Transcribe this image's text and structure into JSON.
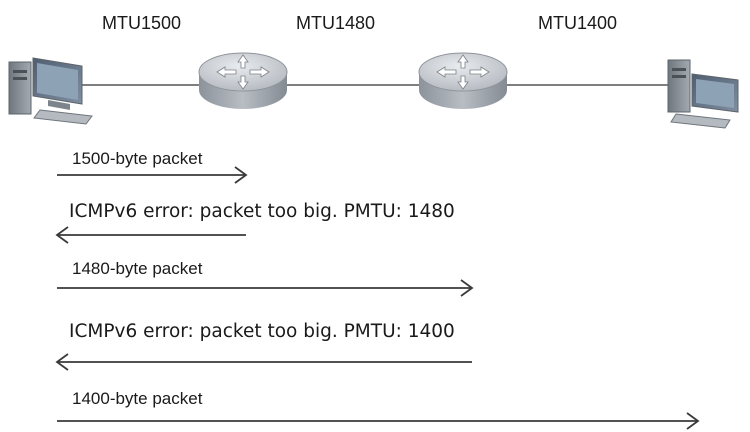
{
  "links": {
    "mtu_1": "MTU1500",
    "mtu_2": "MTU1480",
    "mtu_3": "MTU1400"
  },
  "icons": {
    "host_left": "desktop-computer-icon",
    "router_1": "router-icon",
    "router_2": "router-icon",
    "host_right": "desktop-computer-icon"
  },
  "messages": [
    {
      "text": "1500-byte packet",
      "direction": "right"
    },
    {
      "text": "ICMPv6 error: packet too big. PMTU: 1480",
      "direction": "left"
    },
    {
      "text": "1480-byte packet",
      "direction": "right"
    },
    {
      "text": "ICMPv6 error: packet too big. PMTU: 1400",
      "direction": "left"
    },
    {
      "text": "1400-byte packet",
      "direction": "right"
    }
  ],
  "colors": {
    "router_body": "#a9aeb6",
    "router_top": "#d5d9de",
    "computer_body": "#8e959d",
    "screen": "#5f6f82"
  }
}
